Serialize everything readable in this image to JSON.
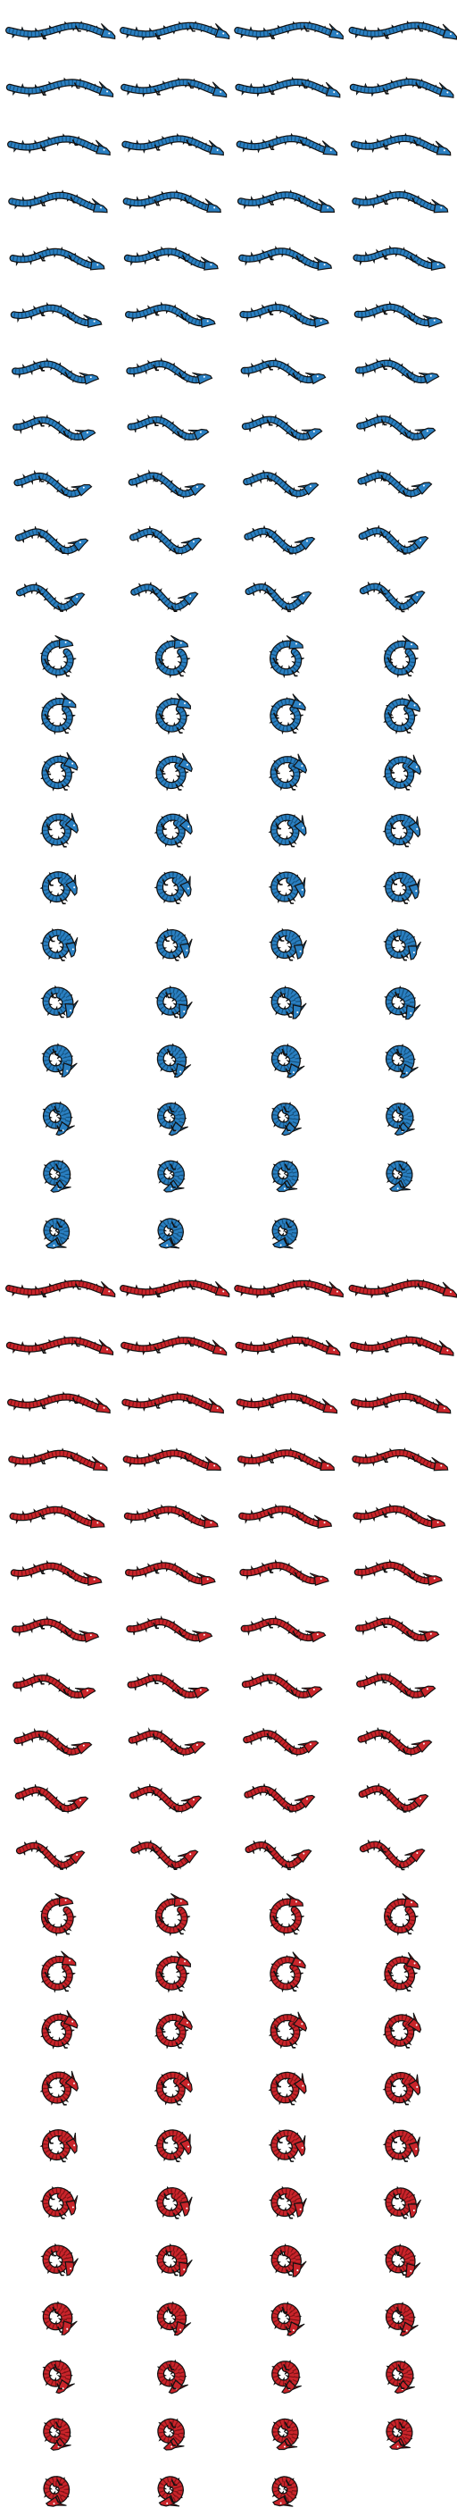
{
  "sprite_sheet": {
    "columns": 4,
    "variants": [
      {
        "name": "blue-dragon",
        "body_color": "#2a7fc1",
        "shade_color": "#15527f",
        "outline_color": "#111111",
        "frames": [
          4,
          4,
          4,
          4,
          4,
          4,
          4,
          4,
          4,
          4,
          4,
          4,
          4,
          4,
          4,
          4,
          4,
          4,
          4,
          4,
          4,
          3
        ]
      },
      {
        "name": "red-dragon",
        "body_color": "#c9242a",
        "shade_color": "#7e1216",
        "outline_color": "#111111",
        "frames": [
          4,
          4,
          4,
          4,
          4,
          4,
          4,
          4,
          4,
          4,
          4,
          4,
          4,
          4,
          4,
          4,
          4,
          4,
          4,
          4,
          4,
          3
        ]
      }
    ]
  }
}
